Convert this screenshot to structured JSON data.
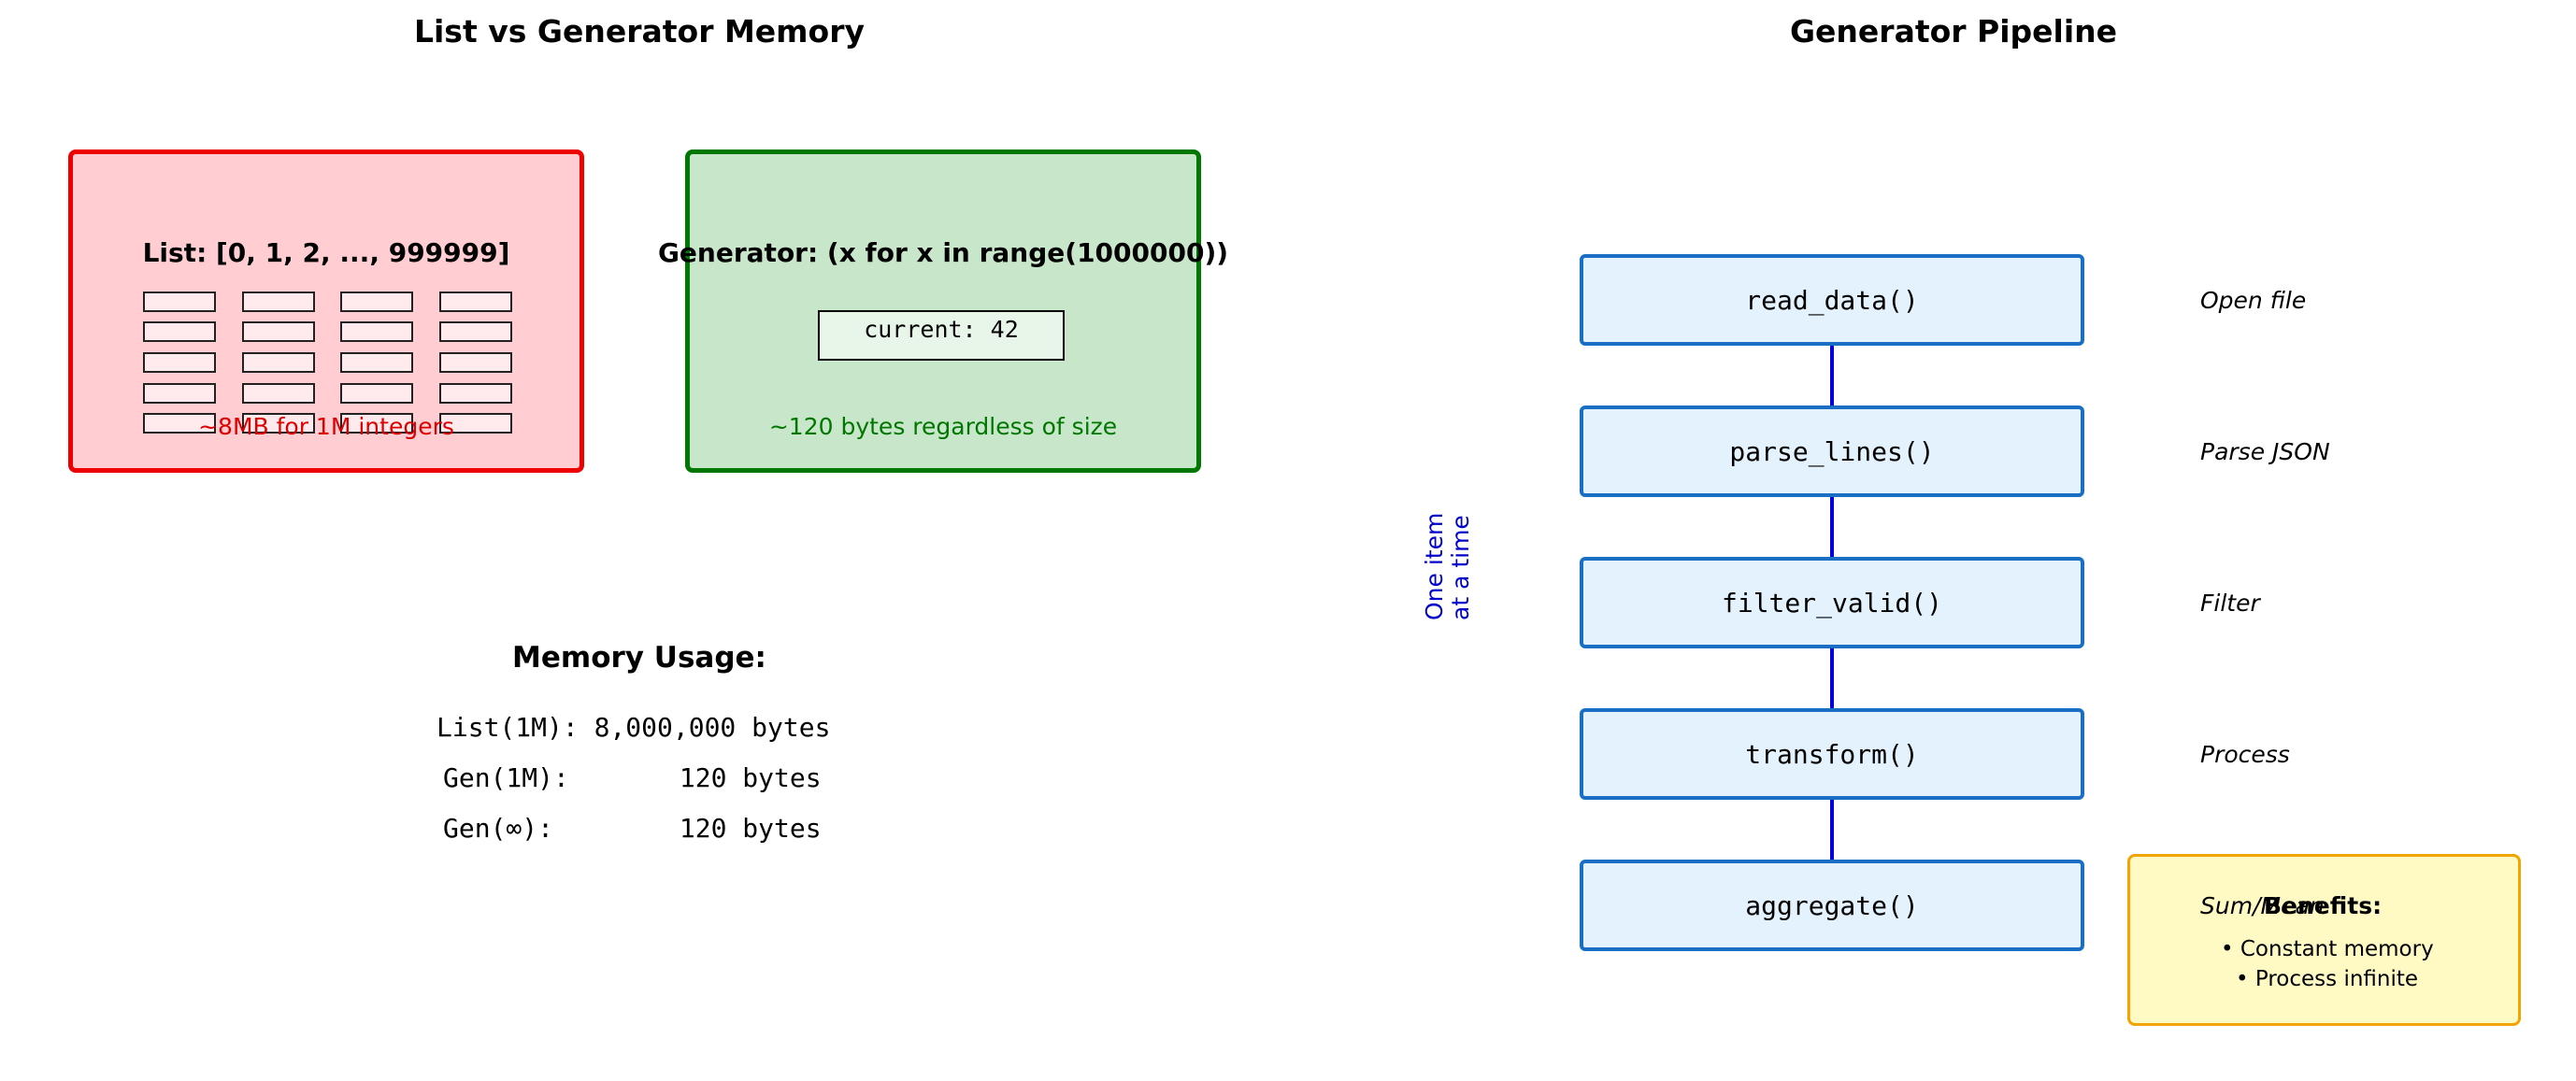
{
  "left": {
    "title": "List vs Generator Memory",
    "list_panel": {
      "title": "List: [0, 1, 2, ..., 999999]",
      "note": "~8MB for 1M integers"
    },
    "generator_panel": {
      "title": "Generator: (x for x in range(1000000))",
      "current": "current: 42",
      "note": "~120 bytes regardless of size"
    },
    "memory": {
      "heading": "Memory Usage:",
      "rows": [
        "List(1M): 8,000,000 bytes",
        "Gen(1M):       120 bytes",
        "Gen(∞):        120 bytes"
      ]
    }
  },
  "right": {
    "title": "Generator Pipeline",
    "flow_label": [
      "One item",
      "at a time"
    ],
    "stages": [
      {
        "func": "read_data()",
        "label": "Open file"
      },
      {
        "func": "parse_lines()",
        "label": "Parse JSON"
      },
      {
        "func": "filter_valid()",
        "label": "Filter"
      },
      {
        "func": "transform()",
        "label": "Process"
      },
      {
        "func": "aggregate()",
        "label": "Sum/Mean"
      }
    ],
    "benefits": {
      "heading": "Benefits:",
      "items": [
        "• Constant memory",
        "• Process infinite"
      ]
    }
  },
  "colors": {
    "list_fill": "#ffcdd2",
    "list_border": "#ee0000",
    "generator_fill": "#c8e6c9",
    "generator_border": "#007700",
    "stage_fill": "#e3f2fd",
    "stage_border": "#1a6fc4",
    "connector": "#0000dd",
    "benefits_fill": "#fff9c4",
    "benefits_border": "#f0a500"
  }
}
